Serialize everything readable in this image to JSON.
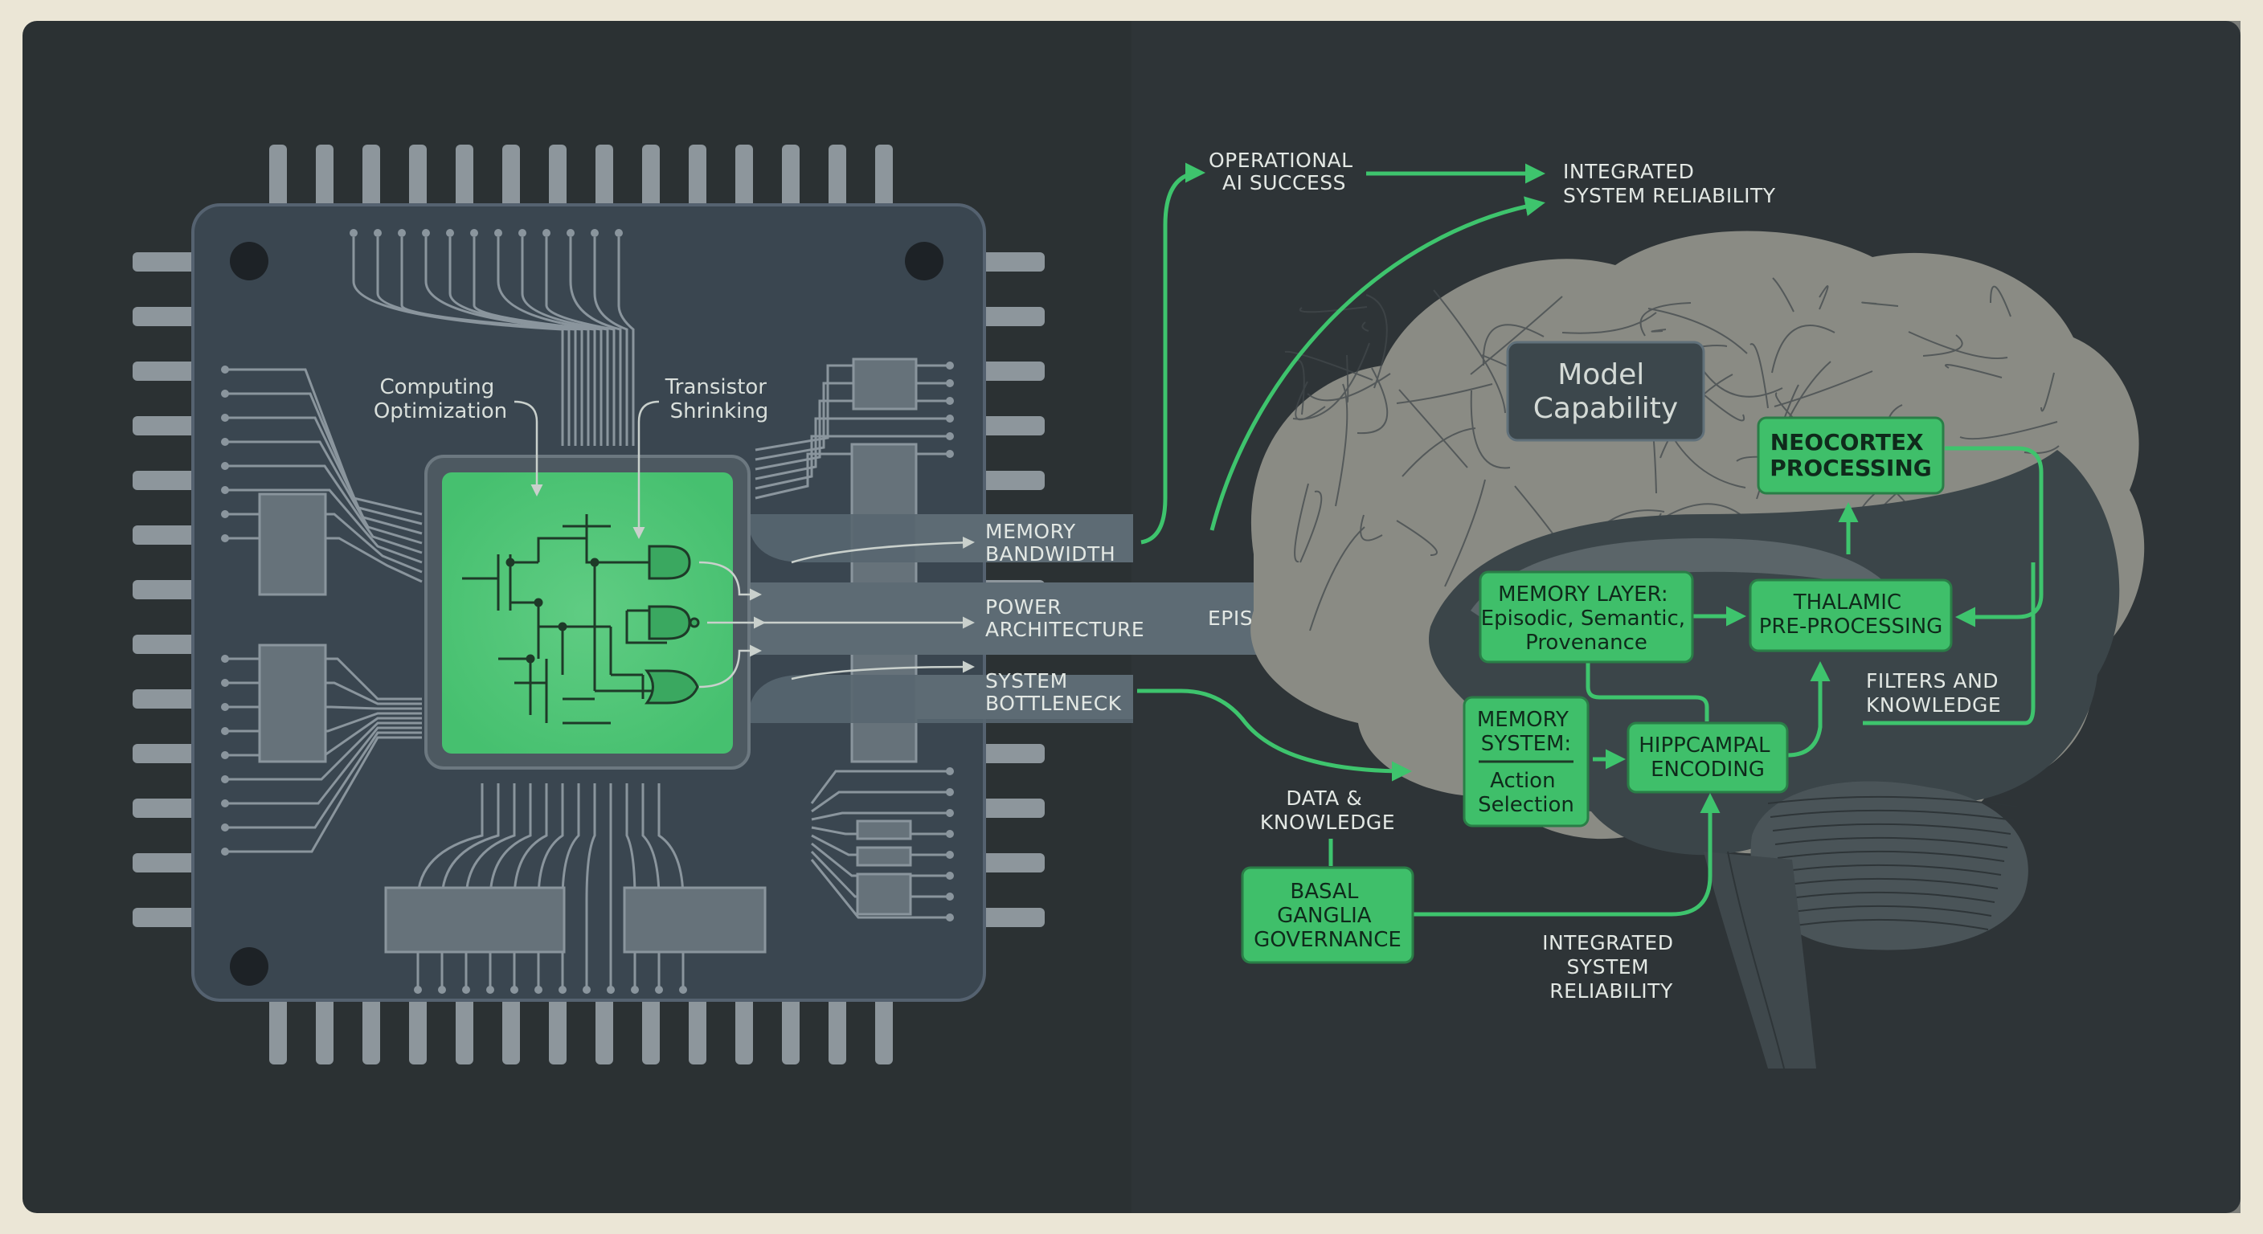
{
  "colors": {
    "background": "#2b3133",
    "chip_body": "#3a4650",
    "accent_green": "#3ec46d",
    "box_green": "#3fbf6a",
    "brain_gray": "#8a8b84",
    "brain_dark": "#3b4549"
  },
  "chip": {
    "label_computing": [
      "Computing",
      "Optimization"
    ],
    "label_transistor": [
      "Transistor",
      "Shrinking"
    ]
  },
  "bus": {
    "memory_bandwidth": [
      "MEMORY",
      "BANDWIDTH"
    ],
    "power_architecture": [
      "POWER",
      "ARCHITECTURE"
    ],
    "system_bottleneck": [
      "SYSTEM",
      "BOTTLENECK"
    ],
    "episodic_inputs": "EPISODIC INPUTS"
  },
  "top": {
    "operational": [
      "OPERATIONAL",
      "AI SUCCESS"
    ],
    "integrated_top": [
      "INTEGRATED",
      "SYSTEM RELIABILITY"
    ]
  },
  "brain": {
    "model_capability": [
      "Model",
      "Capability"
    ],
    "neocortex": [
      "NEOCORTEX",
      "PROCESSING"
    ],
    "memory_layer": [
      "MEMORY LAYER:",
      "Episodic, Semantic,",
      "Provenance"
    ],
    "thalamic": [
      "THALAMIC",
      "PRE-PROCESSING"
    ],
    "filters": [
      "FILTERS AND",
      "KNOWLEDGE"
    ],
    "memory_system_title": [
      "MEMORY",
      "SYSTEM:"
    ],
    "memory_system_sub": [
      "Action",
      "Selection"
    ],
    "hippocampal": [
      "HIPPCAMPAL",
      "ENCODING"
    ],
    "data_knowledge": [
      "DATA &",
      "KNOWLEDGE"
    ],
    "basal": [
      "BASAL",
      "GANGLIA",
      "GOVERNANCE"
    ],
    "integrated_bottom": [
      "INTEGRATED",
      "SYSTEM",
      "RELIABILITY"
    ]
  }
}
